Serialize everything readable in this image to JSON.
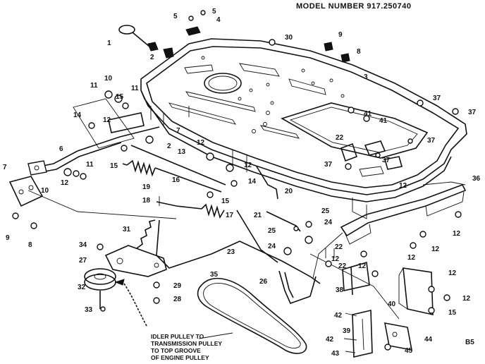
{
  "header": {
    "model_number": "MODEL NUMBER 917.250740"
  },
  "page_code": "B5",
  "note_lines": [
    "IDLER PULLEY TO",
    "TRANSMISSION PULLEY",
    "TO TOP GROOVE",
    "OF ENGINE PULLEY"
  ],
  "callouts": {
    "c1": "1",
    "c2a": "2",
    "c2b": "2",
    "c3": "3",
    "c4": "4",
    "c5a": "5",
    "c5b": "5",
    "c6": "6",
    "c7a": "7",
    "c7b": "7",
    "c8a": "8",
    "c8b": "8",
    "c9a": "9",
    "c9b": "9",
    "c10a": "10",
    "c10b": "10",
    "c11a": "11",
    "c11b": "11",
    "c11c": "11",
    "c12a": "12",
    "c12b": "12",
    "c12c": "12",
    "c12d": "12",
    "c12e": "12",
    "c12f": "12",
    "c12g": "12",
    "c12h": "12",
    "c12i": "12",
    "c12j": "12",
    "c12k": "12",
    "c12l": "12",
    "c13": "13",
    "c14a": "14",
    "c14b": "14",
    "c15a": "15",
    "c15b": "15",
    "c15c": "15",
    "c15d": "15",
    "c16": "16",
    "c17": "17",
    "c18": "18",
    "c19": "19",
    "c20": "20",
    "c21": "21",
    "c22a": "22",
    "c22b": "22",
    "c22c": "22",
    "c23": "23",
    "c24a": "24",
    "c24b": "24",
    "c25a": "25",
    "c25b": "25",
    "c26": "26",
    "c27": "27",
    "c28": "28",
    "c29": "29",
    "c30": "30",
    "c31": "31",
    "c32": "32",
    "c33": "33",
    "c34": "34",
    "c35": "35",
    "c36": "36",
    "c37a": "37",
    "c37b": "37",
    "c37c": "37",
    "c37d": "37",
    "c37e": "37",
    "c38": "38",
    "c39": "39",
    "c40": "40",
    "c41a": "41",
    "c41b": "41",
    "c42a": "42",
    "c42b": "42",
    "c43": "43",
    "c44": "44",
    "c45": "45"
  }
}
